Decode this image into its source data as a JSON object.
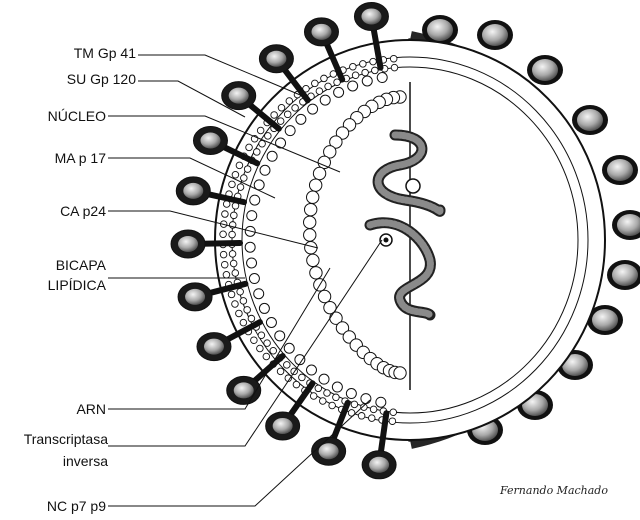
{
  "labels": {
    "tm": "TM  Gp 41",
    "su": "SU Gp 120",
    "nucleo": "NÚCLEO",
    "ma": "MA   p 17",
    "ca": "CA  p24",
    "bicapa_line1": "BICAPA",
    "bicapa_line2": "LIPÍDICA",
    "arn": "ARN",
    "transcriptasa_line1": "Transcriptasa",
    "transcriptasa_line2": "inversa",
    "nc": "NC  p7 p9"
  },
  "signature": "Fernando Machado",
  "colors": {
    "ink": "#111111",
    "shell_dark": "#1a1a1a",
    "knob_gray": "#8a8a8a",
    "rna_gray": "#7a7a7a",
    "background": "#ffffff"
  }
}
